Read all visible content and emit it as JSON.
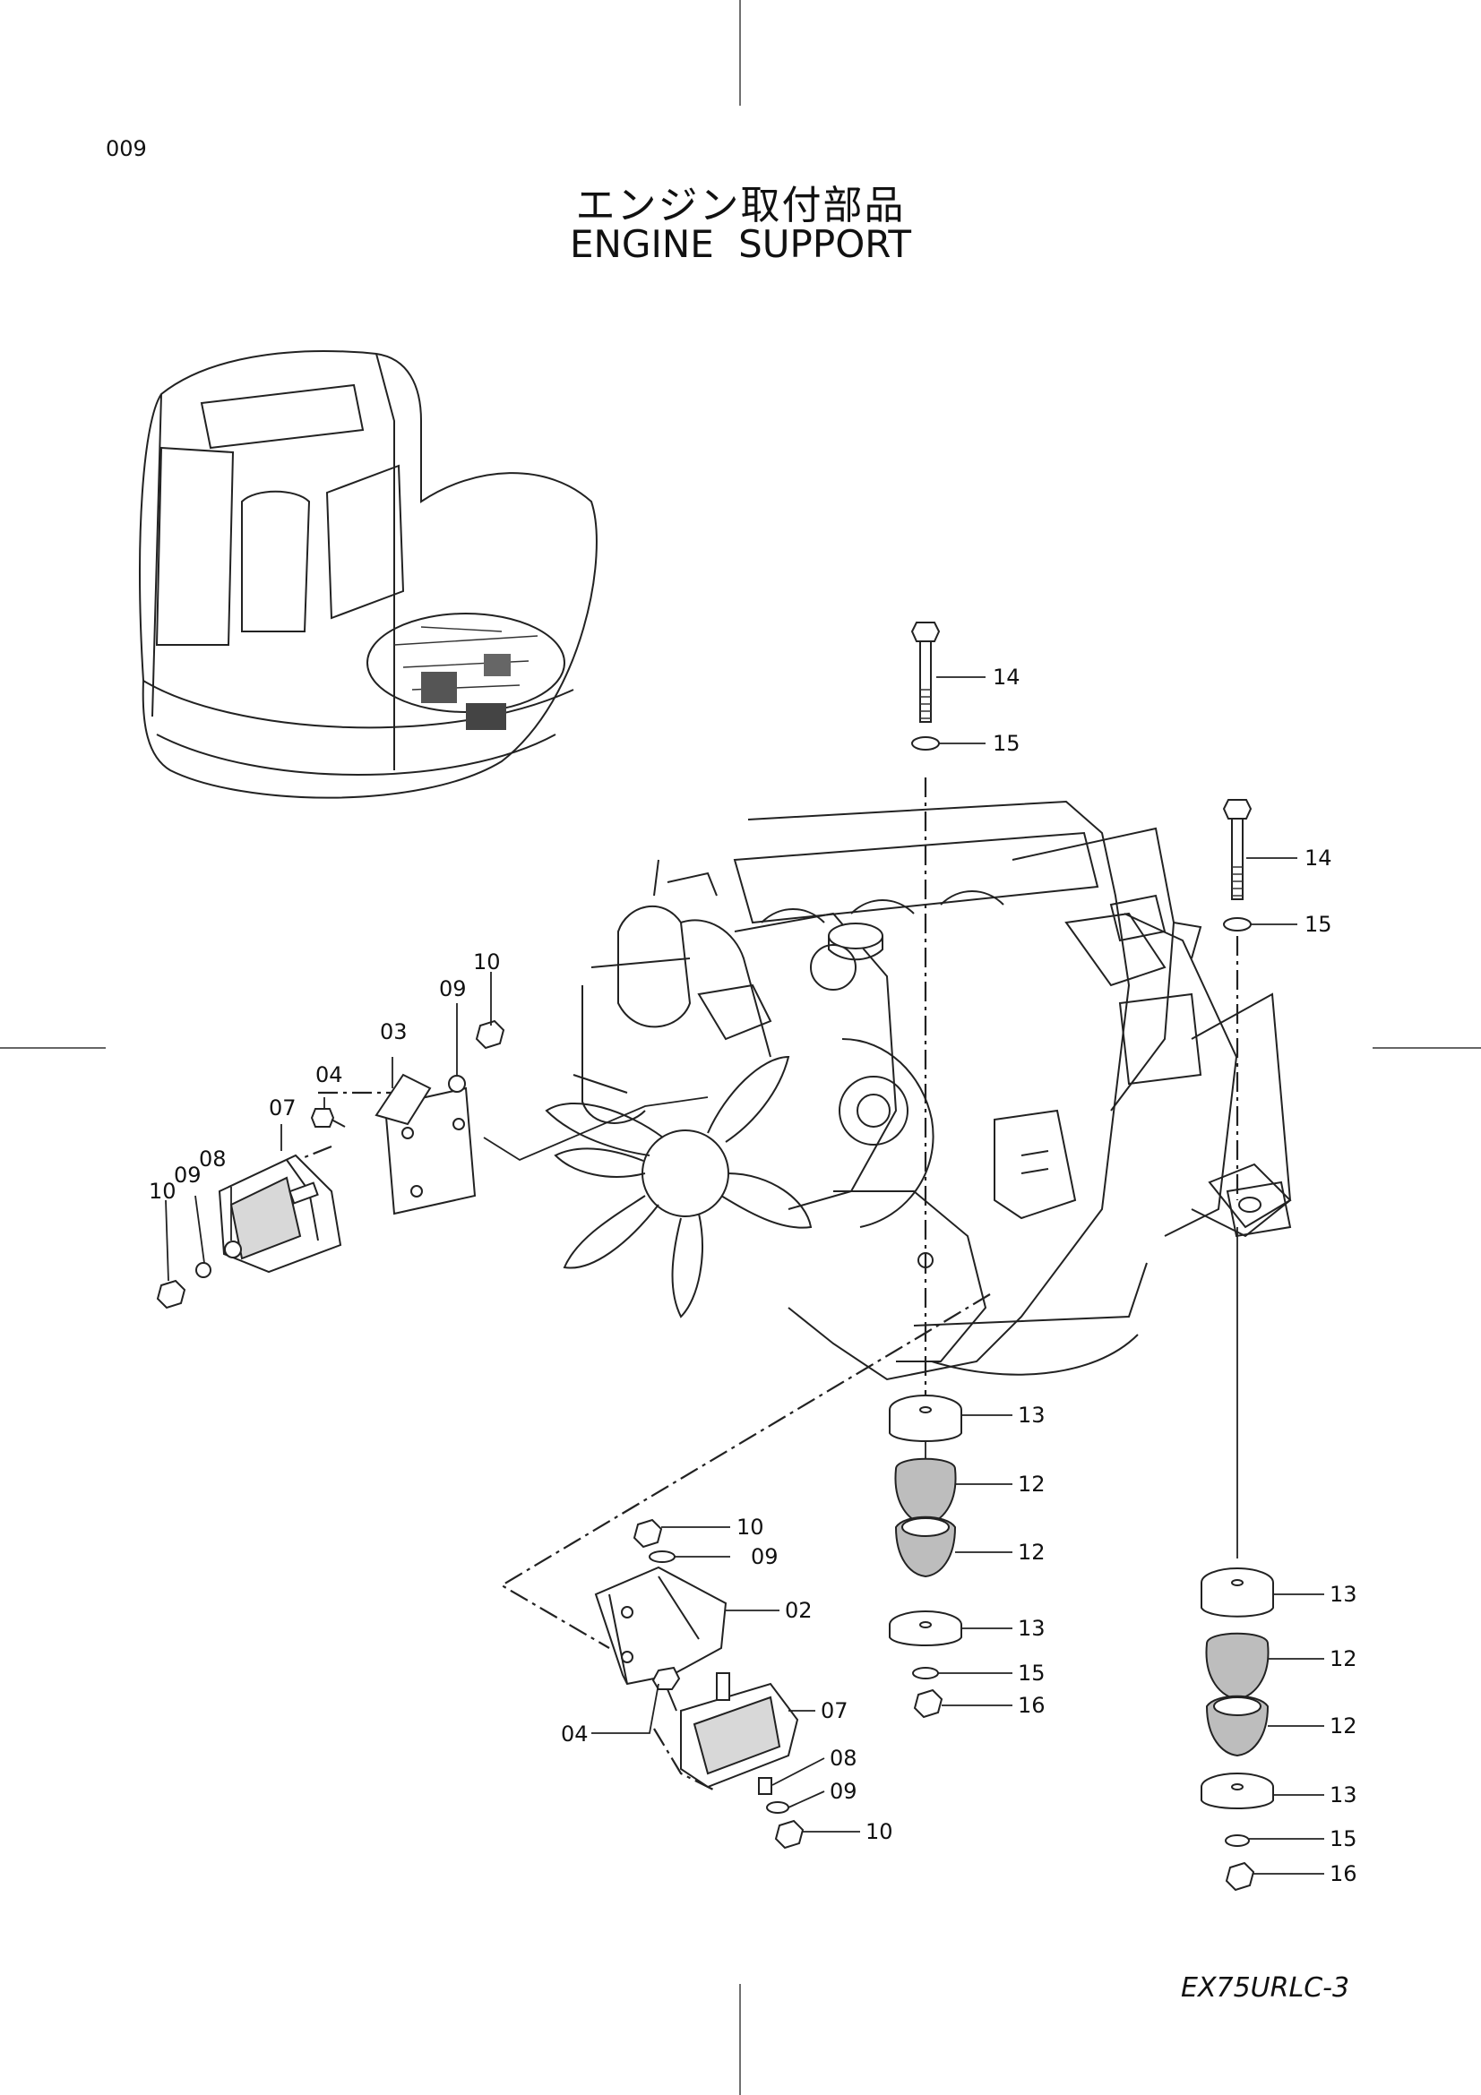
{
  "page": {
    "number": "009",
    "title_jp": "エンジン取付部品",
    "title_en": "ENGINE  SUPPORT",
    "model_code": "EX75URLC-3"
  },
  "callouts": {
    "c14a": "14",
    "c15a": "15",
    "c14b": "14",
    "c15b": "15",
    "c10a": "10",
    "c09a": "09",
    "c03": "03",
    "c04a": "04",
    "c07a": "07",
    "c08a": "08",
    "c09b": "09",
    "c10b": "10",
    "c13a": "13",
    "c12a": "12",
    "c12b": "12",
    "c13b": "13",
    "c15c": "15",
    "c16a": "16",
    "c10c": "10",
    "c09c": "09",
    "c02": "02",
    "c07b": "07",
    "c04b": "04",
    "c08b": "08",
    "c09d": "09",
    "c10d": "10",
    "c13c": "13",
    "c12c": "12",
    "c12d": "12",
    "c13d": "13",
    "c15d": "15",
    "c16b": "16"
  }
}
